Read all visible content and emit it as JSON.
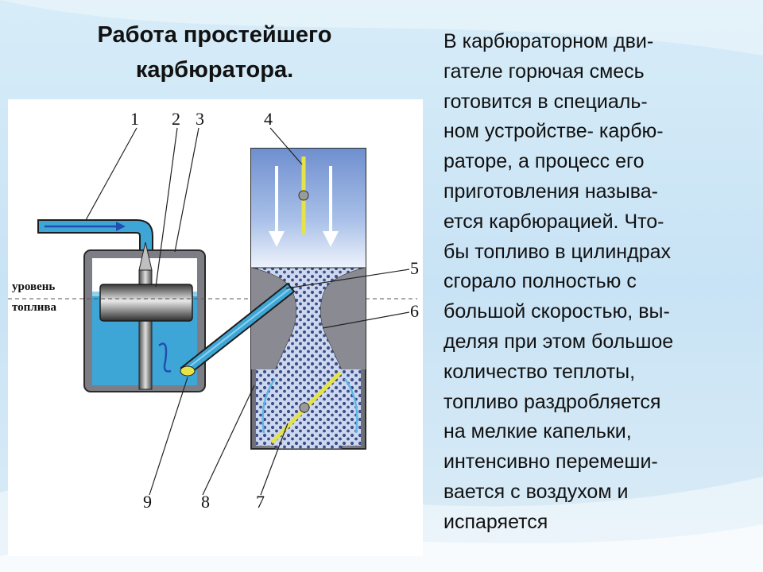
{
  "slide": {
    "title_lines": [
      "Работа простейшего",
      "карбюратора."
    ],
    "body_lines": [
      "В карбюраторном дви-",
      "гателе горючая смесь",
      "готовится в специаль-",
      "ном устройстве- карбю-",
      "раторе, а процесс его",
      "приготовления называ-",
      "ется карбюрацией. Что-",
      "бы топливо в цилиндрах",
      "сгорало полностью с",
      "большой скоростью, вы-",
      "деляя при этом большое",
      "количество теплоты,",
      "топливо раздробляется",
      "на мелкие капельки,",
      "интенсивно перемеши-",
      "вается с воздухом и",
      "испаряется"
    ]
  },
  "diagram": {
    "level_label_lines": [
      "уровень",
      "топлива"
    ],
    "callouts": [
      "1",
      "2",
      "3",
      "4",
      "5",
      "6",
      "9",
      "8",
      "7"
    ],
    "colors": {
      "fuel": "#3ea6d6",
      "fuel_light": "#8fd0ee",
      "chamber_wall": "#7d7d85",
      "accent": "#e6e24a",
      "droplets": "#3b4f86"
    }
  }
}
